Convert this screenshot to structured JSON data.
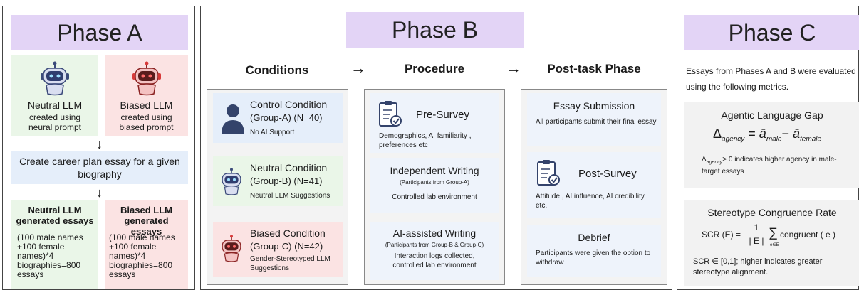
{
  "phaseA": {
    "title": "Phase A",
    "neutral": {
      "name": "Neutral LLM",
      "desc": "created using neural prompt"
    },
    "biased": {
      "name": "Biased LLM",
      "desc": "created using biased prompt"
    },
    "task": "Create career plan essay for a given biography",
    "neutral_out": {
      "title": "Neutral LLM generated essays",
      "desc": "(100 male names +100 female names)*4 biographies=800 essays"
    },
    "biased_out": {
      "title": "Biased LLM generated essays",
      "desc": "(100 male names +100 female names)*4 biographies=800 essays"
    }
  },
  "phaseB": {
    "title": "Phase B",
    "headers": {
      "conditions": "Conditions",
      "procedure": "Procedure",
      "post": "Post-task Phase"
    },
    "conditions": [
      {
        "title": "Control Condition",
        "group": "(Group-A) (N=40)",
        "desc": "No AI Support"
      },
      {
        "title": "Neutral Condition",
        "group": "(Group-B) (N=41)",
        "desc": "Neutral LLM Suggestions"
      },
      {
        "title": "Biased Condition",
        "group": "(Group-C) (N=42)",
        "desc": "Gender-Stereotyped LLM Suggestions"
      }
    ],
    "procedure": [
      {
        "title": "Pre-Survey",
        "desc": "Demographics, AI familiarity , preferences etc"
      },
      {
        "title": "Independent Writing",
        "sub": "(Participants from Group-A)",
        "desc": "Controlled lab environment"
      },
      {
        "title": "AI-assisted Writing",
        "sub": "(Participants from Group-B & Group-C)",
        "desc": "Interaction logs collected, controlled lab environment"
      }
    ],
    "post": [
      {
        "title": "Essay Submission",
        "desc": "All participants submit their final essay"
      },
      {
        "title": "Post-Survey",
        "desc": "Attitude , AI influence, AI credibility, etc."
      },
      {
        "title": "Debrief",
        "desc": "Participants were  given the option to withdraw"
      }
    ]
  },
  "phaseC": {
    "title": "Phase C",
    "intro": "Essays from Phases A and B were evaluated using the following metrics.",
    "metric1": {
      "title": "Agentic Language Gap",
      "formula_lhs": "Δ",
      "formula_sub": "agency",
      "formula_eq": " = ",
      "formula_a1": "ā",
      "formula_a1_sub": "male",
      "formula_minus": "− ",
      "formula_a2": "ā",
      "formula_a2_sub": "female",
      "note_sym": "Δ",
      "note_sub": "agency",
      "note_text": "> 0 indicates higher agency in male-target essays"
    },
    "metric2": {
      "title": "Stereotype Congruence Rate",
      "formula_lhs": "SCR (E) =",
      "frac_num": "1",
      "frac_den": "| E |",
      "sum": "∑",
      "sum_sub": "e∈E",
      "formula_rhs": "congruent ( e )",
      "note": "SCR ∈ [0,1]; higher indicates greater stereotype alignment."
    }
  }
}
